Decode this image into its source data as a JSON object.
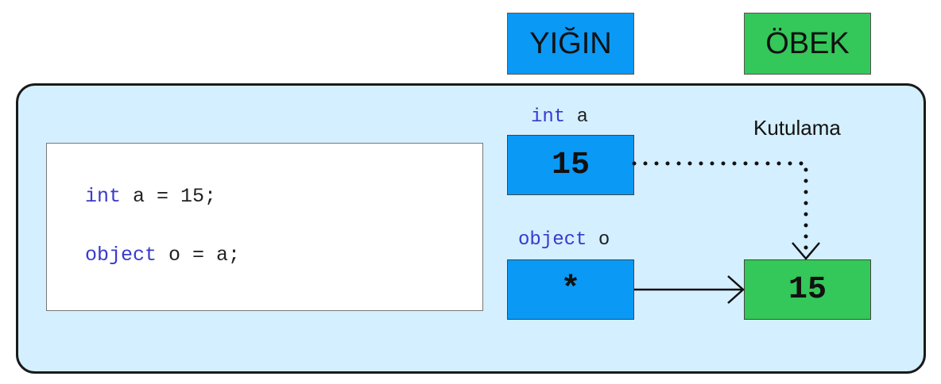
{
  "headers": {
    "stack": "YIĞIN",
    "heap": "ÖBEK"
  },
  "code": {
    "line1": {
      "keyword": "int",
      "rest": " a = 15;"
    },
    "line2": {
      "keyword": "object",
      "rest": " o = a;"
    }
  },
  "stack": {
    "var_a": {
      "keyword": "int",
      "name": " a",
      "value": "15"
    },
    "var_o": {
      "keyword": "object",
      "name": " o",
      "value": "*"
    }
  },
  "heap": {
    "value": "15"
  },
  "annotation": {
    "boxing": "Kutulama"
  }
}
